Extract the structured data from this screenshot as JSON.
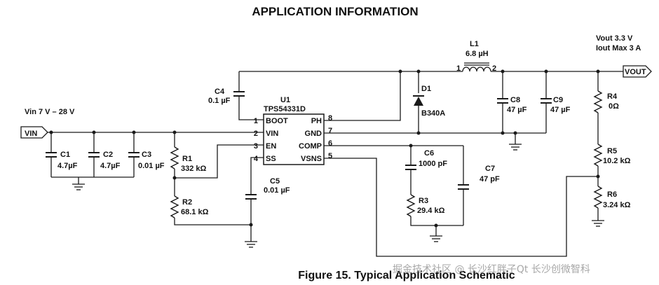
{
  "title": "APPLICATION INFORMATION",
  "caption": "Figure 15.  Typical Application Schematic",
  "watermark": "掘金技术社区 @ 长沙红胖子Qt  长沙创微智科",
  "vin": {
    "port": "VIN",
    "range": "Vin  7 V – 28 V"
  },
  "vout": {
    "port": "VOUT",
    "voltage": "Vout 3.3 V",
    "current": "Iout Max 3 A"
  },
  "ic": {
    "ref": "U1",
    "part": "TPS54331D",
    "pins_left": [
      {
        "num": "1",
        "name": "BOOT"
      },
      {
        "num": "2",
        "name": "VIN"
      },
      {
        "num": "3",
        "name": "EN"
      },
      {
        "num": "4",
        "name": "SS"
      }
    ],
    "pins_right": [
      {
        "num": "8",
        "name": "PH"
      },
      {
        "num": "7",
        "name": "GND"
      },
      {
        "num": "6",
        "name": "COMP"
      },
      {
        "num": "5",
        "name": "VSNS"
      }
    ]
  },
  "components": {
    "C1": {
      "ref": "C1",
      "value": "4.7µF"
    },
    "C2": {
      "ref": "C2",
      "value": "4.7µF"
    },
    "C3": {
      "ref": "C3",
      "value": "0.01 µF"
    },
    "C4": {
      "ref": "C4",
      "value": "0.1 µF"
    },
    "C5": {
      "ref": "C5",
      "value": "0.01 µF"
    },
    "C6": {
      "ref": "C6",
      "value": "1000 pF"
    },
    "C7": {
      "ref": "C7",
      "value": "47 pF"
    },
    "C8": {
      "ref": "C8",
      "value": "47 µF"
    },
    "C9": {
      "ref": "C9",
      "value": "47 µF"
    },
    "R1": {
      "ref": "R1",
      "value": "332 kΩ"
    },
    "R2": {
      "ref": "R2",
      "value": "68.1 kΩ"
    },
    "R3": {
      "ref": "R3",
      "value": "29.4 kΩ"
    },
    "R4": {
      "ref": "R4",
      "value": "0Ω"
    },
    "R5": {
      "ref": "R5",
      "value": "10.2 kΩ"
    },
    "R6": {
      "ref": "R6",
      "value": "3.24 kΩ"
    },
    "L1": {
      "ref": "L1",
      "value": "6.8 µH",
      "pin1": "1",
      "pin2": "2"
    },
    "D1": {
      "ref": "D1",
      "value": "B340A"
    }
  }
}
